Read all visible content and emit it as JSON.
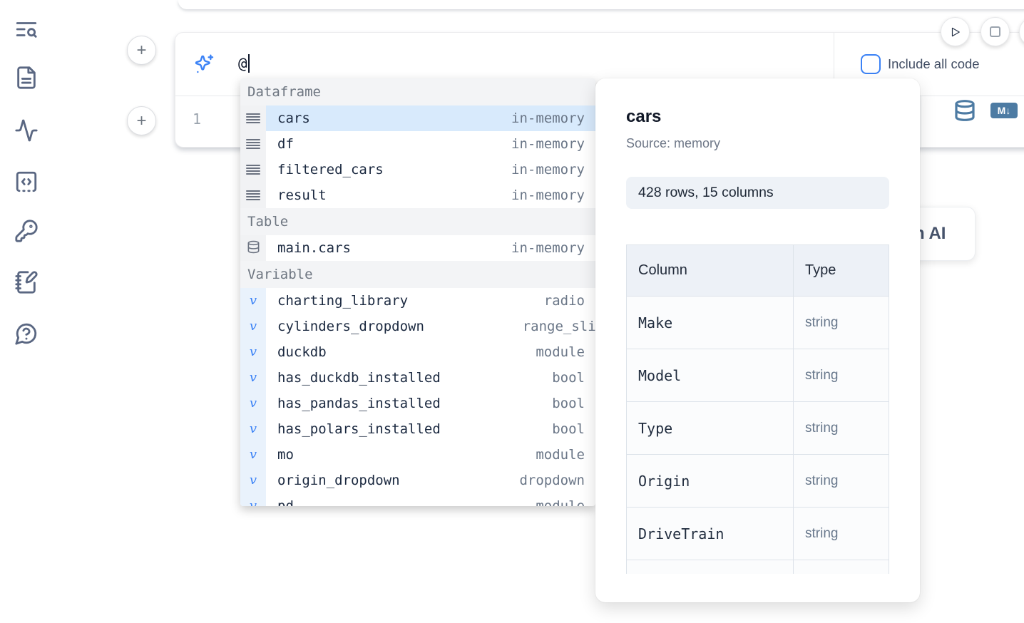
{
  "sidebar": {
    "icons": [
      "text-search",
      "file-text",
      "activity",
      "scratchpad-code",
      "key",
      "notebook-pen",
      "help-chat"
    ]
  },
  "top": {
    "add_cell_label": "+",
    "prompt_value": "@",
    "include_all_code_label": "Include all code",
    "line_number": "1",
    "markdown_badge": "M↓"
  },
  "autocomplete": {
    "sections": [
      {
        "label": "Dataframe",
        "items": [
          {
            "name": "cars",
            "type": "in-memory"
          },
          {
            "name": "df",
            "type": "in-memory"
          },
          {
            "name": "filtered_cars",
            "type": "in-memory"
          },
          {
            "name": "result",
            "type": "in-memory"
          }
        ]
      },
      {
        "label": "Table",
        "items": [
          {
            "name": "main.cars",
            "type": "in-memory"
          }
        ]
      },
      {
        "label": "Variable",
        "items": [
          {
            "name": "charting_library",
            "type": "radio"
          },
          {
            "name": "cylinders_dropdown",
            "type": "range_slider"
          },
          {
            "name": "duckdb",
            "type": "module"
          },
          {
            "name": "has_duckdb_installed",
            "type": "bool"
          },
          {
            "name": "has_pandas_installed",
            "type": "bool"
          },
          {
            "name": "has_polars_installed",
            "type": "bool"
          },
          {
            "name": "mo",
            "type": "module"
          },
          {
            "name": "origin_dropdown",
            "type": "dropdown"
          },
          {
            "name": "pd",
            "type": "module"
          }
        ]
      }
    ]
  },
  "preview": {
    "title": "cars",
    "source_label": "Source: memory",
    "shape_label": "428 rows, 15 columns",
    "table": {
      "headers": [
        "Column",
        "Type"
      ],
      "rows": [
        {
          "column": "Make",
          "type": "string"
        },
        {
          "column": "Model",
          "type": "string"
        },
        {
          "column": "Type",
          "type": "string"
        },
        {
          "column": "Origin",
          "type": "string"
        },
        {
          "column": "DriveTrain",
          "type": "string"
        }
      ]
    }
  },
  "ai_fragment_label": "h AI",
  "colors": {
    "accent_blue": "#3b82f6",
    "steel_blue": "#4d7ba3",
    "selected_row": "#d8eafc",
    "section_header_bg": "#f3f4f6"
  }
}
